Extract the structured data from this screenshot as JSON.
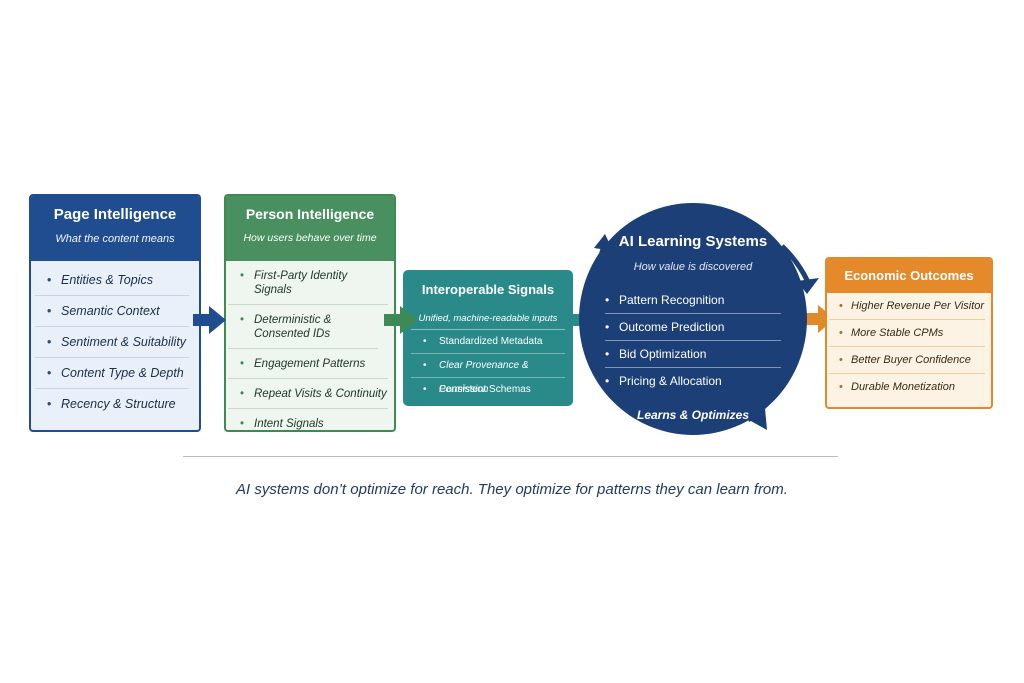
{
  "page_intelligence": {
    "title": "Page Intelligence",
    "subtitle": "What the content means",
    "items": [
      "Entities & Topics",
      "Semantic Context",
      "Sentiment & Suitability",
      "Content Type & Depth",
      "Recency & Structure"
    ]
  },
  "person_intelligence": {
    "title": "Person Intelligence",
    "subtitle": "How users behave over time",
    "items": [
      "First-Party Identity Signals",
      "Deterministic & Consented IDs",
      "Engagement Patterns",
      "Repeat Visits & Continuity",
      "Intent Signals"
    ]
  },
  "interoperable_signals": {
    "title": "Interoperable Signals",
    "subtitle": "Unified, machine-readable inputs",
    "items": [
      "Standardized Metadata",
      "Clear Provenance & Permission",
      "Consistent Schemas"
    ]
  },
  "ai_learning": {
    "title": "AI Learning Systems",
    "subtitle": "How value is discovered",
    "items": [
      "Pattern Recognition",
      "Outcome Prediction",
      "Bid Optimization",
      "Pricing & Allocation"
    ],
    "footer": "Learns & Optimizes"
  },
  "economic_outcomes": {
    "title": "Economic Outcomes",
    "items": [
      "Higher Revenue Per Visitor",
      "More Stable CPMs",
      "Better Buyer Confidence",
      "Durable Monetization"
    ]
  },
  "tagline": "AI systems don’t optimize for reach. They optimize for patterns they can learn from.",
  "colors": {
    "page_blue": "#1f4d8f",
    "person_green": "#4a8f5f",
    "interop_teal": "#2a8a8a",
    "ai_navy": "#1d3f77",
    "econ_orange": "#e48a2b"
  }
}
